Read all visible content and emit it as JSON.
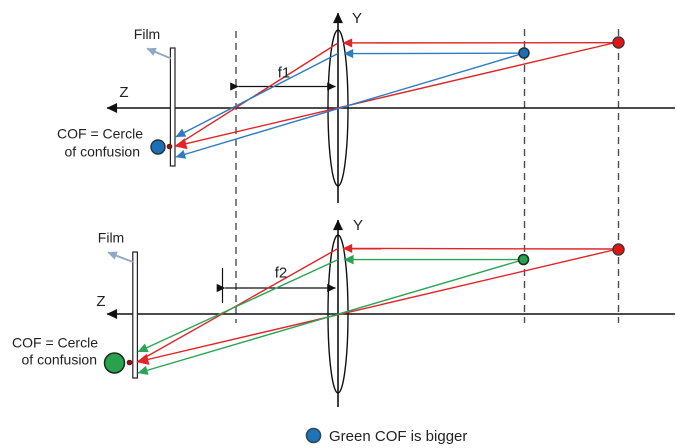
{
  "colors": {
    "red_ray": "#e02428",
    "blue_ray": "#2e7bbf",
    "green_ray": "#2ba457",
    "red_object_point": "#e41414",
    "blue_object_point": "#1b6fb5",
    "green_object_point": "#29a24e",
    "focus_point_dark_red": "#8e1616",
    "axis": "#111111",
    "dashed_guide": "#4d4d4d",
    "film_callout_arrow": "#8fa8c6",
    "legend_dot": "#1d74bb"
  },
  "top_diagram": {
    "film_label": "Film",
    "z_axis_label": "Z",
    "y_axis_label": "Y",
    "focal_length_label": "f1",
    "cof_label_line1": "COF = Cercle",
    "cof_label_line2": "of confusion"
  },
  "bottom_diagram": {
    "film_label": "Film",
    "z_axis_label": "Z",
    "y_axis_label": "Y",
    "focal_length_label": "f2",
    "cof_label_line1": "COF = Cercle",
    "cof_label_line2": "of confusion"
  },
  "legend": {
    "text": "Green COF is bigger"
  }
}
